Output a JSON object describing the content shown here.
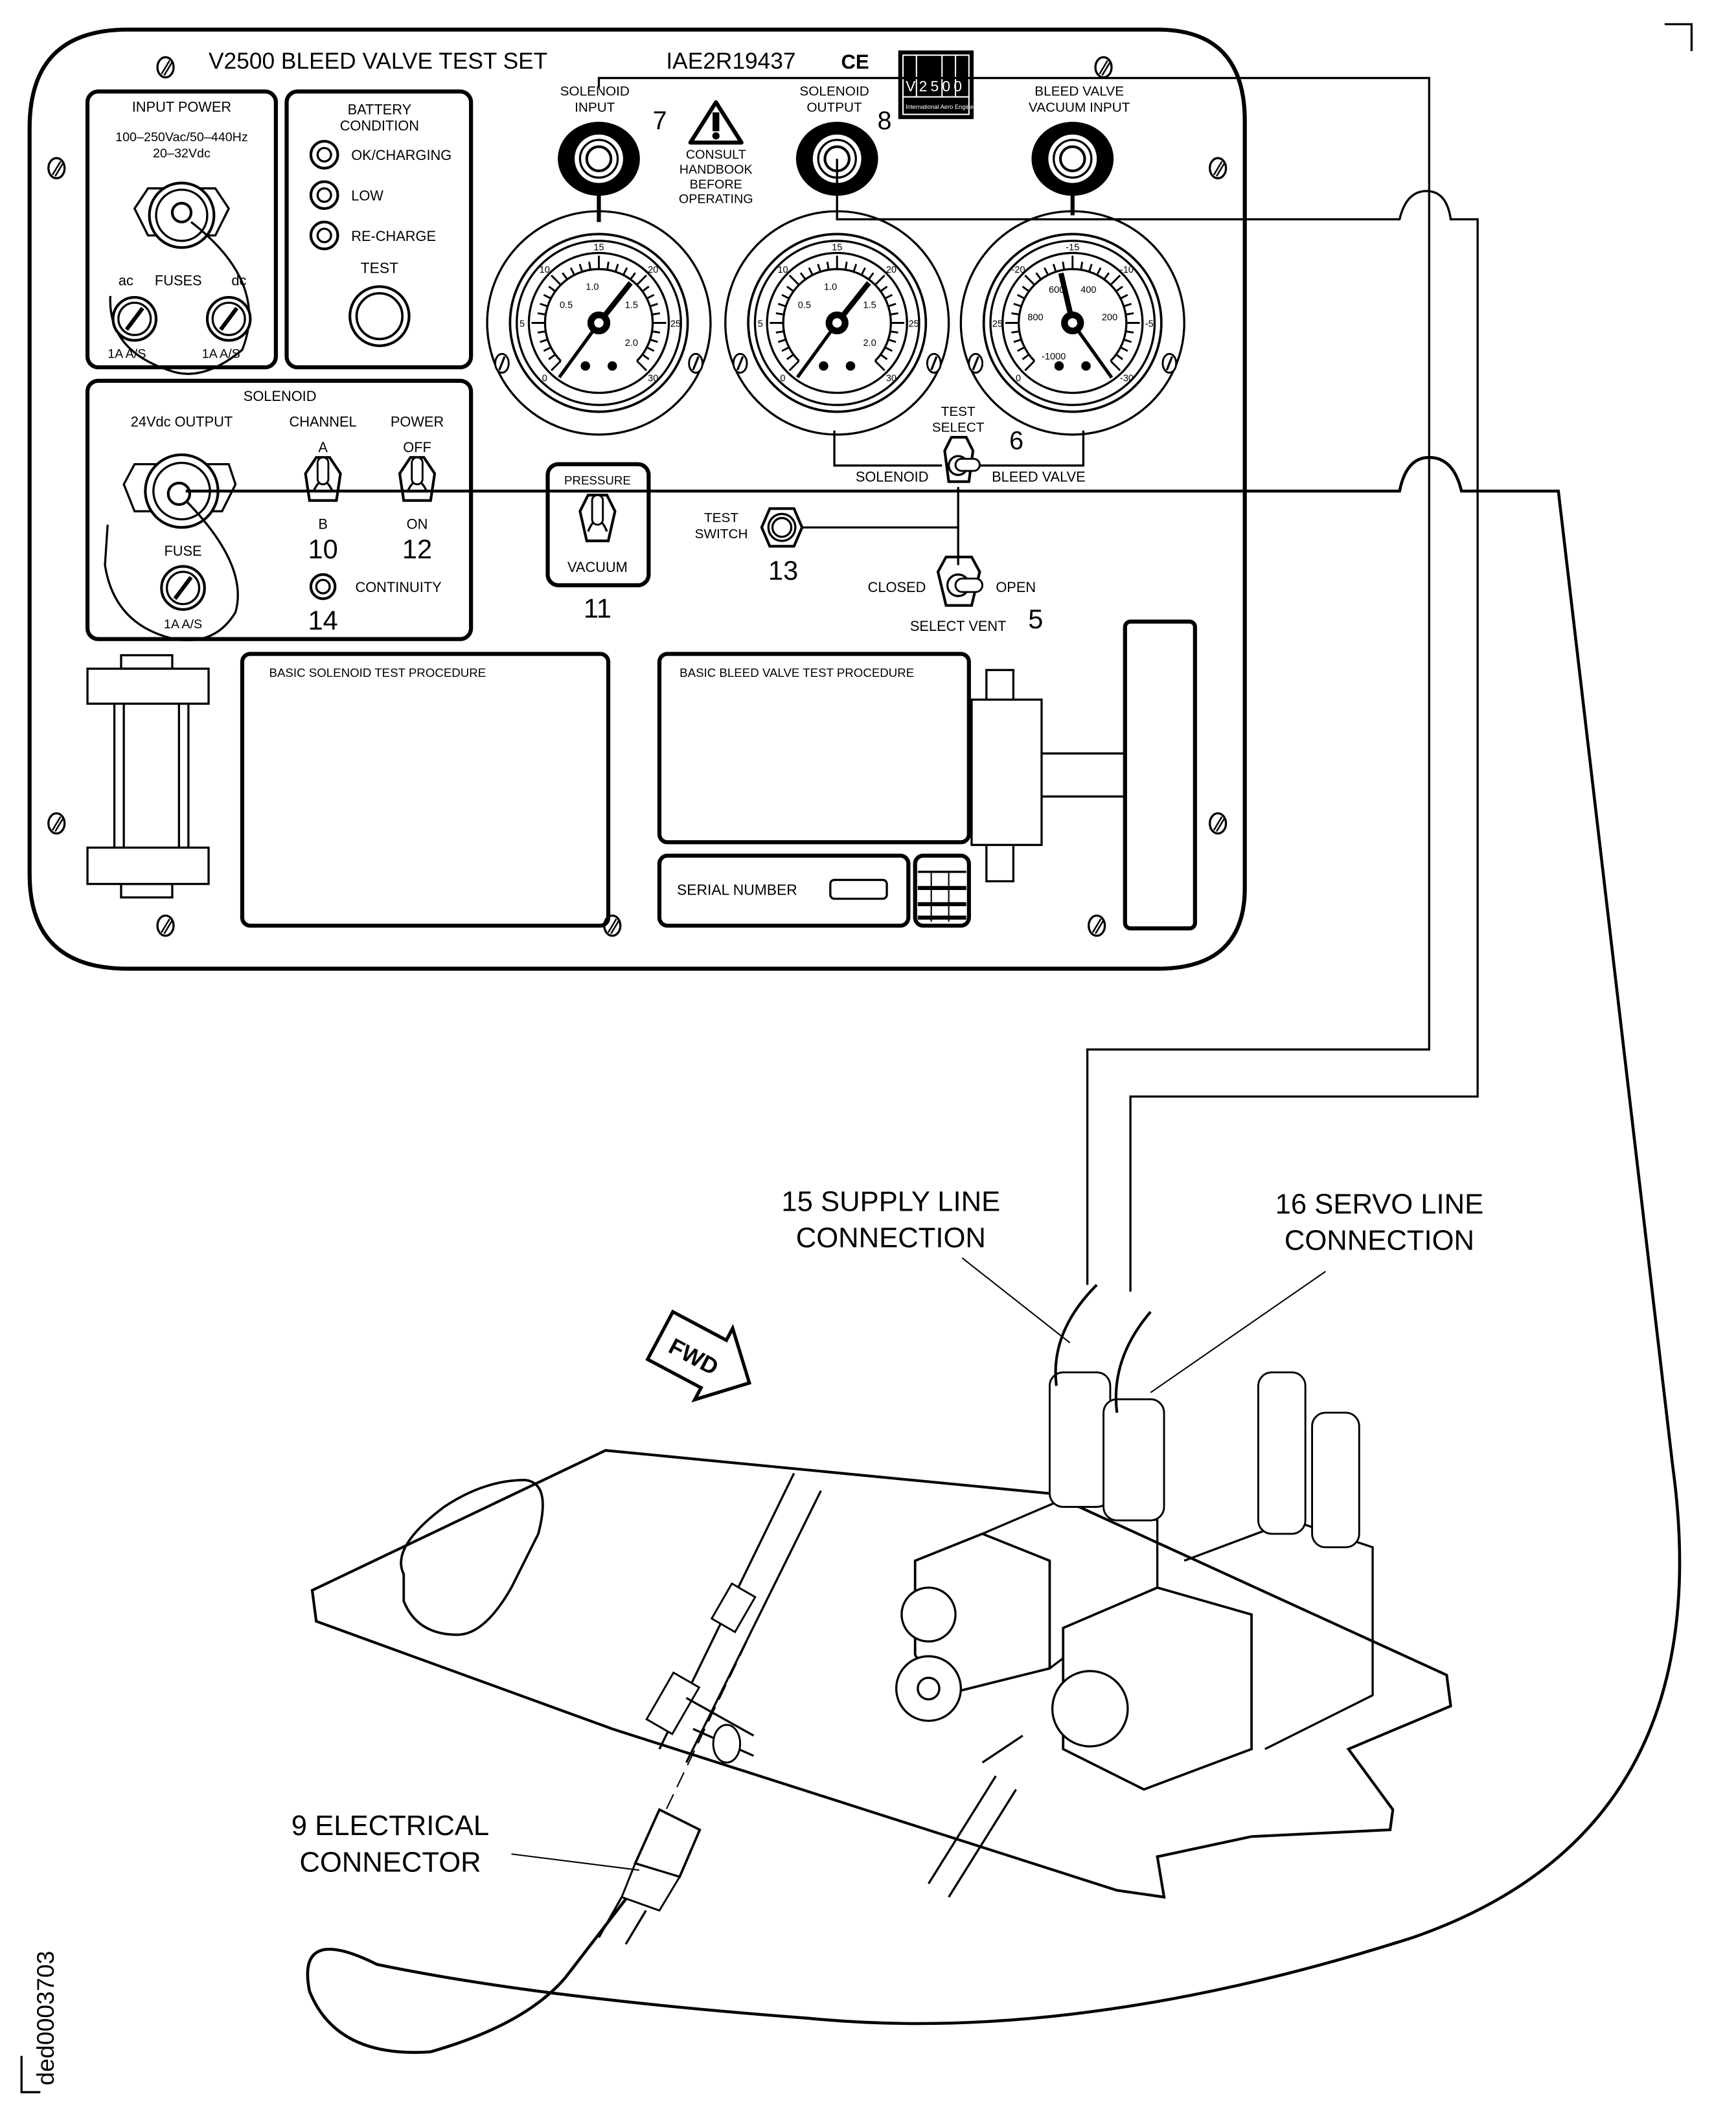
{
  "figure_id": "ded0003703",
  "panel": {
    "title": "V2500 BLEED VALVE TEST SET",
    "part_number": "IAE2R19437",
    "ce_mark": "CE",
    "logo": {
      "text": "V2500",
      "subtitle": "International Aero Engines"
    },
    "warning": {
      "icon": "warning-triangle-icon",
      "lines": [
        "CONSULT",
        "HANDBOOK",
        "BEFORE",
        "OPERATING"
      ]
    },
    "input_power": {
      "heading": "INPUT POWER",
      "spec_ac": "100–250Vac/50–440Hz",
      "spec_dc": "20–32Vdc",
      "fuses_label": "FUSES",
      "ac_label": "ac",
      "dc_label": "dc",
      "fuse_rating_ac": "1A A/S",
      "fuse_rating_dc": "1A A/S"
    },
    "battery": {
      "heading_1": "BATTERY",
      "heading_2": "CONDITION",
      "indicators": [
        "OK/CHARGING",
        "LOW",
        "RE-CHARGE"
      ],
      "test_label": "TEST"
    },
    "solenoid": {
      "heading": "SOLENOID",
      "output_label": "24Vdc OUTPUT",
      "channel_label": "CHANNEL",
      "channel_a": "A",
      "channel_b": "B",
      "power_label": "POWER",
      "power_off": "OFF",
      "power_on": "ON",
      "fuse_label": "FUSE",
      "fuse_rating": "1A A/S",
      "continuity_label": "CONTINUITY"
    },
    "ports": {
      "solenoid_input": [
        "SOLENOID",
        "INPUT"
      ],
      "solenoid_output": [
        "SOLENOID",
        "OUTPUT"
      ],
      "bleed_valve_vacuum_input": [
        "BLEED VALVE",
        "VACUUM INPUT"
      ]
    },
    "gauges": [
      {
        "name": "solenoid-input-gauge",
        "outer_ticks": [
          "5",
          "10",
          "15",
          "20",
          "25",
          "30",
          "0"
        ],
        "inner_ticks": [
          "0.5",
          "1.0",
          "1.5",
          "2.0"
        ]
      },
      {
        "name": "solenoid-output-gauge",
        "outer_ticks": [
          "5",
          "10",
          "15",
          "20",
          "25",
          "30",
          "0"
        ],
        "inner_ticks": [
          "0.5",
          "1.0",
          "1.5",
          "2.0"
        ]
      },
      {
        "name": "bleed-valve-vacuum-gauge",
        "outer_ticks": [
          "-25",
          "-20",
          "-15",
          "-10",
          "-5",
          "-30",
          "0"
        ],
        "inner_ticks": [
          "800",
          "600",
          "400",
          "200",
          "-1000"
        ]
      }
    ],
    "test_select": {
      "label_1": "TEST",
      "label_2": "SELECT",
      "left": "SOLENOID",
      "right": "BLEED VALVE"
    },
    "pressure_vacuum": {
      "top": "PRESSURE",
      "bottom": "VACUUM"
    },
    "test_switch": {
      "label_1": "TEST",
      "label_2": "SWITCH"
    },
    "select_vent": {
      "left": "CLOSED",
      "right": "OPEN",
      "label": "SELECT VENT"
    },
    "procedures": {
      "solenoid": "BASIC SOLENOID TEST PROCEDURE",
      "bleed_valve": "BASIC BLEED VALVE TEST PROCEDURE"
    },
    "serial_number_label": "SERIAL NUMBER"
  },
  "callouts": {
    "c5": "5",
    "c6": "6",
    "c7": "7",
    "c8": "8",
    "c10": "10",
    "c11": "11",
    "c12": "12",
    "c13": "13",
    "c14": "14"
  },
  "assembly_labels": {
    "supply": [
      "15 SUPPLY LINE",
      "CONNECTION"
    ],
    "servo": [
      "16 SERVO LINE",
      "CONNECTION"
    ],
    "electrical": [
      "9 ELECTRICAL",
      "CONNECTOR"
    ],
    "fwd_arrow": "FWD"
  }
}
